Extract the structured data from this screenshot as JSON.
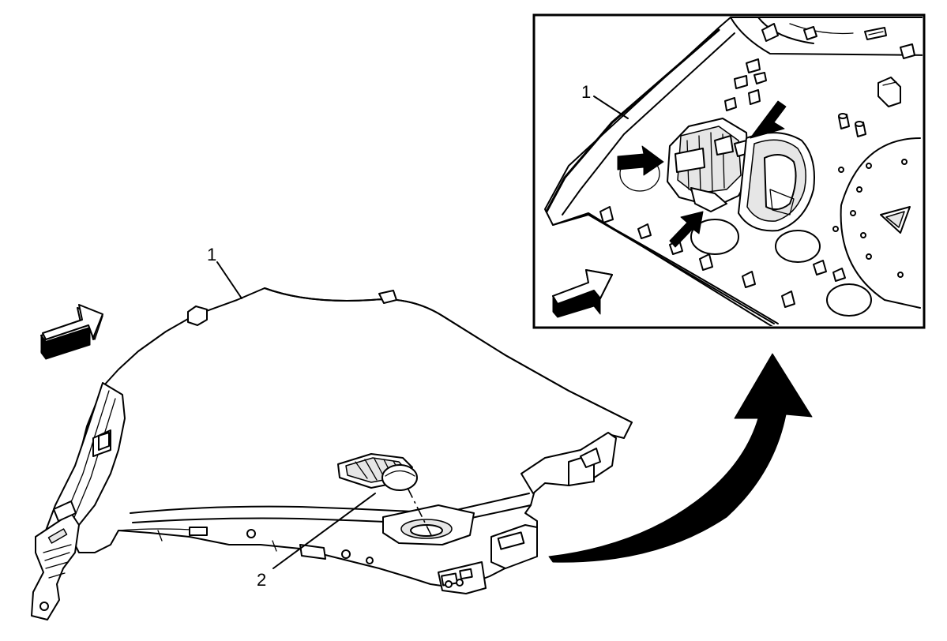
{
  "callouts": {
    "main_panel": "1",
    "main_vent": "2",
    "detail_panel": "1"
  }
}
